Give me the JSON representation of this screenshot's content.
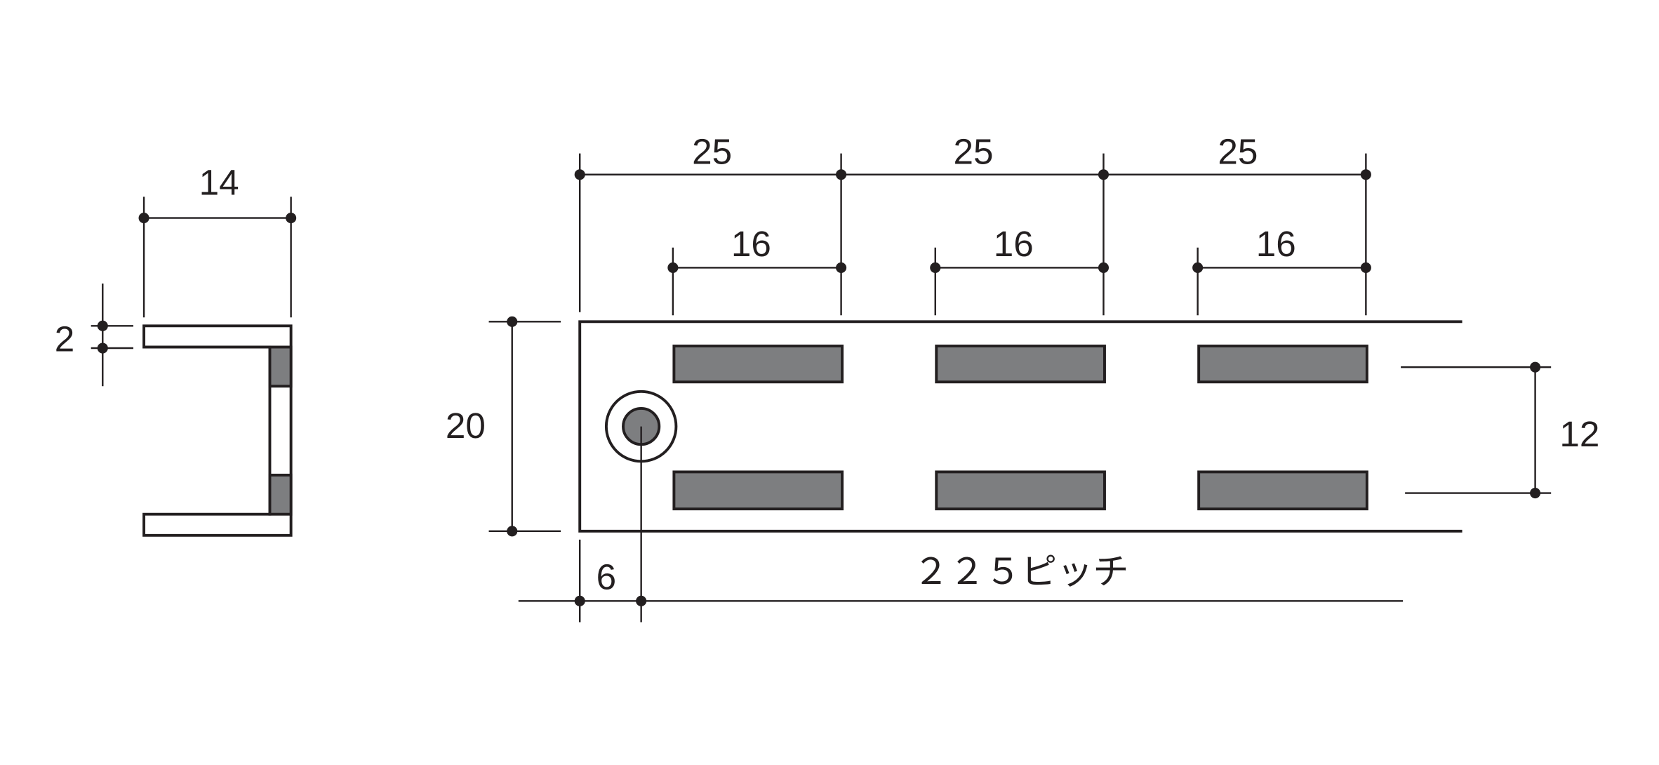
{
  "side_view": {
    "width_label": "14",
    "thickness_label": "2"
  },
  "front_view": {
    "height_label": "20",
    "pitch_labels": [
      "25",
      "25",
      "25"
    ],
    "slot_length_labels": [
      "16",
      "16",
      "16"
    ],
    "slot_spacing_label": "12",
    "hole_offset_label": "6",
    "pitch_note": "２２５ピッチ"
  },
  "colors": {
    "line": "#231f20",
    "slot_fill": "#7d7e80"
  }
}
